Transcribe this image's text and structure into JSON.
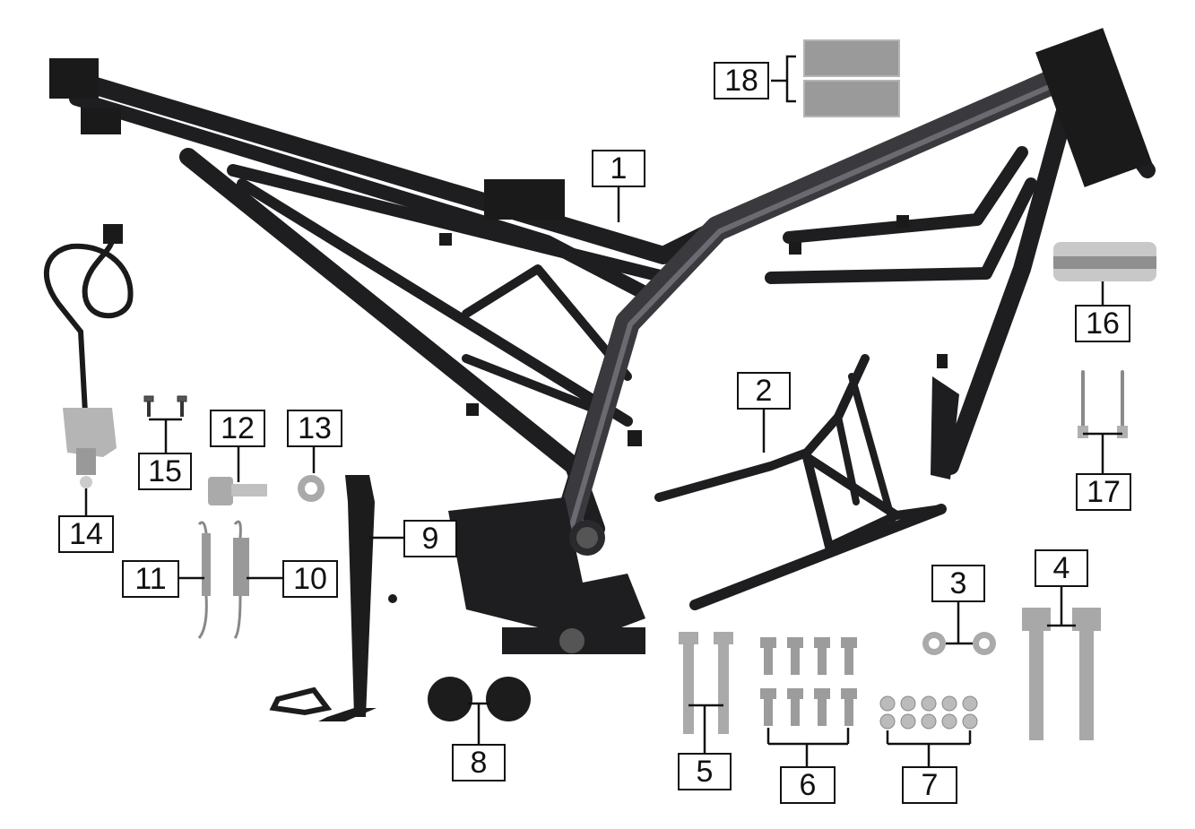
{
  "diagram": {
    "colors": {
      "frame": "#1e1e20",
      "frame_highlight": "#5a5a5e",
      "metal": "#9a9a9a",
      "leader": "#111111",
      "background": "#ffffff"
    },
    "callouts": [
      {
        "id": "1",
        "label": "1",
        "part": "main-frame"
      },
      {
        "id": "2",
        "label": "2",
        "part": "rear-subframe"
      },
      {
        "id": "3",
        "label": "3",
        "part": "nuts"
      },
      {
        "id": "4",
        "label": "4",
        "part": "long-bolts"
      },
      {
        "id": "5",
        "label": "5",
        "part": "bolts"
      },
      {
        "id": "6",
        "label": "6",
        "part": "flange-bolts"
      },
      {
        "id": "7",
        "label": "7",
        "part": "washers"
      },
      {
        "id": "8",
        "label": "8",
        "part": "rubber-caps"
      },
      {
        "id": "9",
        "label": "9",
        "part": "side-stand"
      },
      {
        "id": "10",
        "label": "10",
        "part": "spring-large"
      },
      {
        "id": "11",
        "label": "11",
        "part": "spring-small"
      },
      {
        "id": "12",
        "label": "12",
        "part": "pivot-bolt"
      },
      {
        "id": "13",
        "label": "13",
        "part": "nut"
      },
      {
        "id": "14",
        "label": "14",
        "part": "side-stand-switch"
      },
      {
        "id": "15",
        "label": "15",
        "part": "screws"
      },
      {
        "id": "16",
        "label": "16",
        "part": "vin-plate"
      },
      {
        "id": "17",
        "label": "17",
        "part": "rivets"
      },
      {
        "id": "18",
        "label": "18",
        "part": "foam-pads"
      }
    ]
  }
}
